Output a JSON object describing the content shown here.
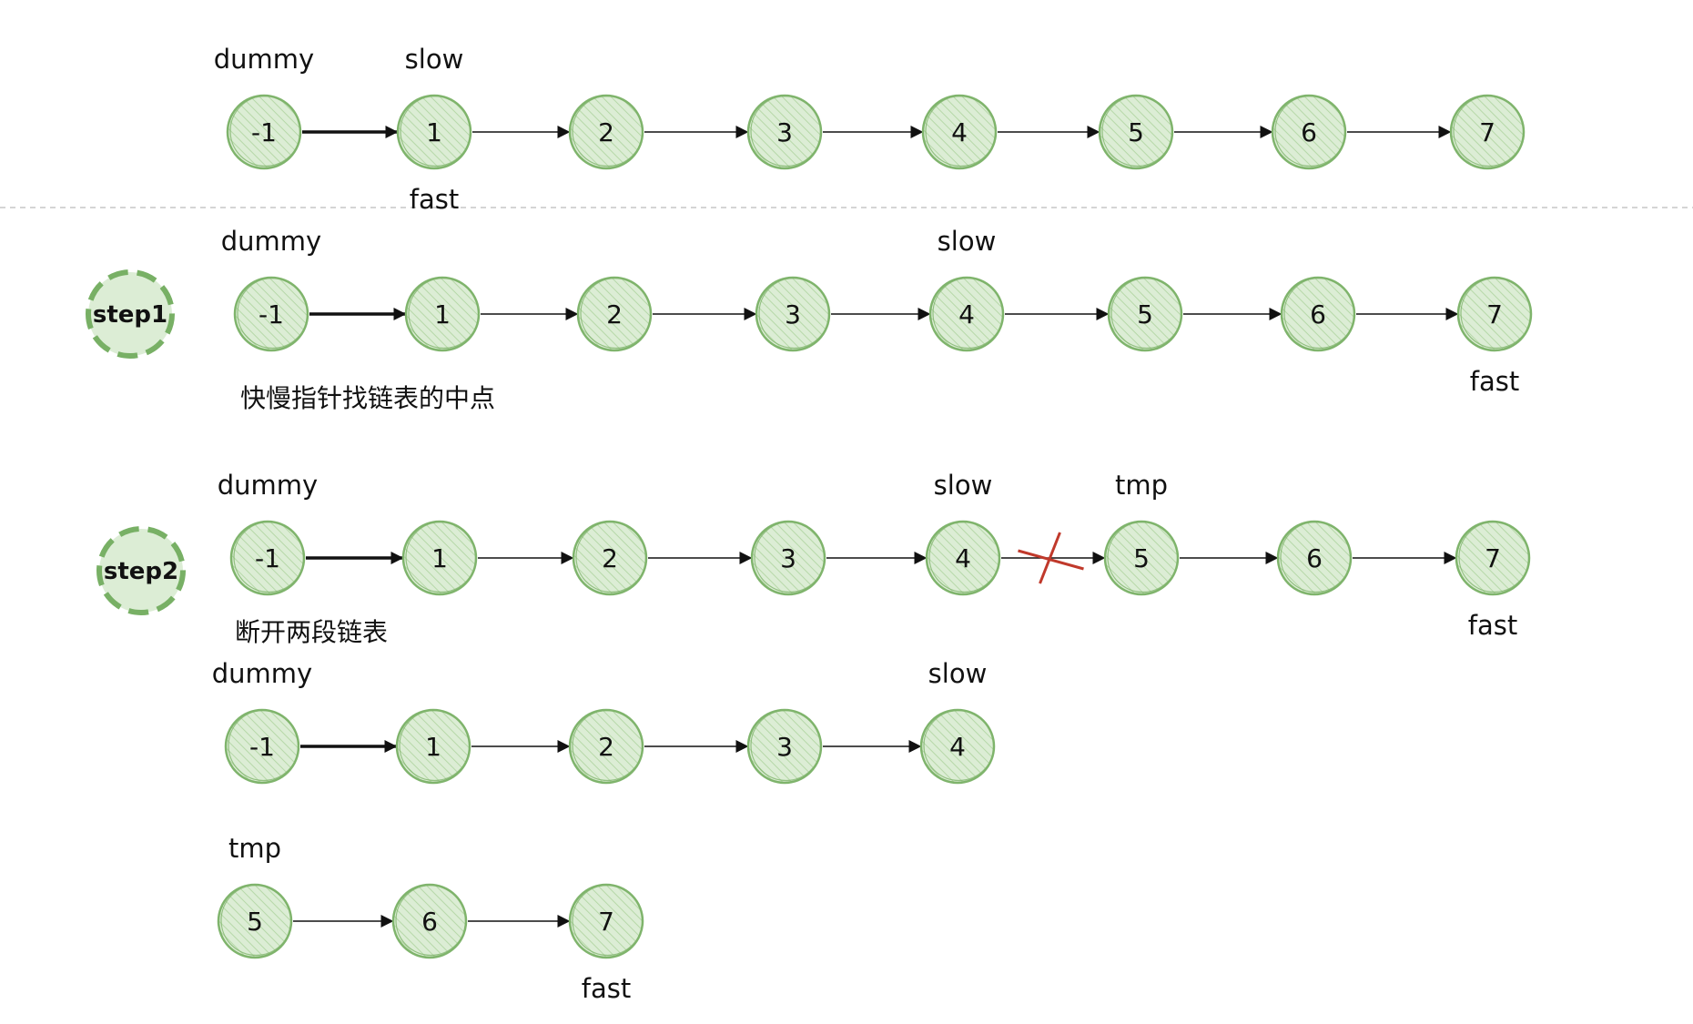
{
  "colors": {
    "node_fill": "#dcedd5",
    "node_stroke": "#7fb46c",
    "hatch": "#b6d8a8",
    "arrow": "#111111",
    "divider": "#c7c7c7",
    "step_fill": "#dcedd5",
    "step_stroke": "#78b065",
    "cross": "#c0392b"
  },
  "rows": [
    {
      "id": "initial",
      "nodes": [
        "-1",
        "1",
        "2",
        "3",
        "4",
        "5",
        "6",
        "7"
      ],
      "pointers": [
        {
          "label": "dummy",
          "node": 0,
          "pos": "above"
        },
        {
          "label": "slow",
          "node": 1,
          "pos": "above"
        },
        {
          "label": "fast",
          "node": 1,
          "pos": "below"
        }
      ]
    },
    {
      "id": "step1",
      "step": "step1",
      "caption": "快慢指针找链表的中点",
      "nodes": [
        "-1",
        "1",
        "2",
        "3",
        "4",
        "5",
        "6",
        "7"
      ],
      "pointers": [
        {
          "label": "dummy",
          "node": 0,
          "pos": "above"
        },
        {
          "label": "slow",
          "node": 4,
          "pos": "above"
        },
        {
          "label": "fast",
          "node": 7,
          "pos": "below"
        }
      ]
    },
    {
      "id": "step2",
      "step": "step2",
      "caption": "断开两段链表",
      "nodes": [
        "-1",
        "1",
        "2",
        "3",
        "4",
        "5",
        "6",
        "7"
      ],
      "broken_link_after": 4,
      "pointers": [
        {
          "label": "dummy",
          "node": 0,
          "pos": "above"
        },
        {
          "label": "slow",
          "node": 4,
          "pos": "above"
        },
        {
          "label": "tmp",
          "node": 5,
          "pos": "above"
        },
        {
          "label": "fast",
          "node": 7,
          "pos": "below"
        }
      ]
    },
    {
      "id": "first-half",
      "nodes": [
        "-1",
        "1",
        "2",
        "3",
        "4"
      ],
      "pointers": [
        {
          "label": "dummy",
          "node": 0,
          "pos": "above"
        },
        {
          "label": "slow",
          "node": 4,
          "pos": "above"
        }
      ]
    },
    {
      "id": "second-half",
      "nodes": [
        "5",
        "6",
        "7"
      ],
      "pointers": [
        {
          "label": "tmp",
          "node": 0,
          "pos": "above"
        },
        {
          "label": "fast",
          "node": 2,
          "pos": "below"
        }
      ]
    }
  ]
}
